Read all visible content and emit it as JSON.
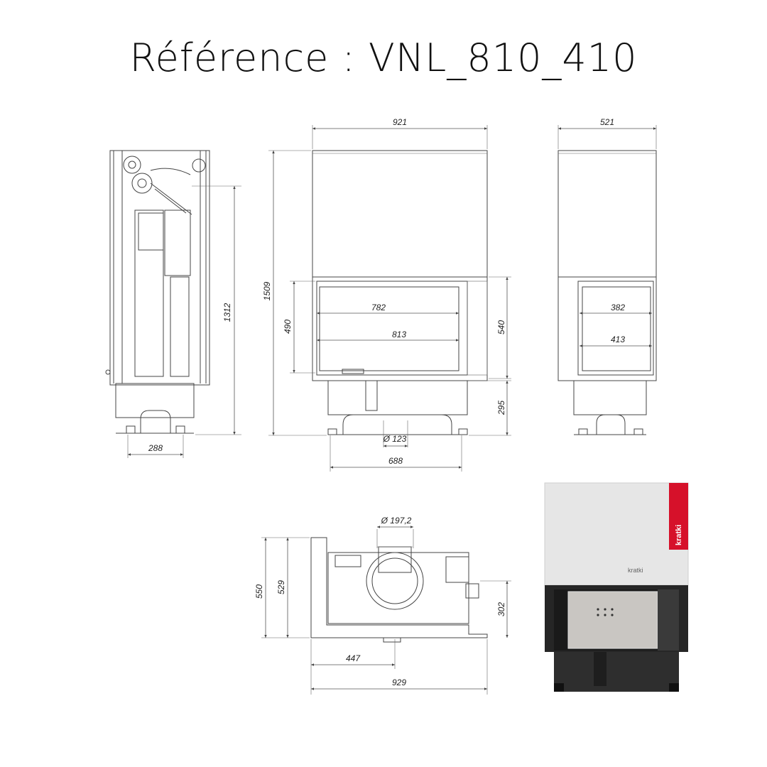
{
  "title": "Référence : VNL_810_410",
  "side_view": {
    "height_dim": "1312",
    "width_dim": "288"
  },
  "front_view": {
    "width_dim": "921",
    "height_dim": "1509",
    "glass_inner_width": "782",
    "opening_width": "813",
    "glass_height": "490",
    "frame_height": "540",
    "base_height": "295",
    "diameter": "Ø 123",
    "base_width": "688"
  },
  "right_view": {
    "width_dim": "521",
    "glass_inner_width": "382",
    "opening_width": "413"
  },
  "top_view": {
    "flue_diameter": "Ø 197,2",
    "total_depth": "550",
    "inner_depth": "529",
    "side_depth": "302",
    "half_width": "447",
    "total_width": "929"
  },
  "photo": {
    "brand": "kratki"
  }
}
